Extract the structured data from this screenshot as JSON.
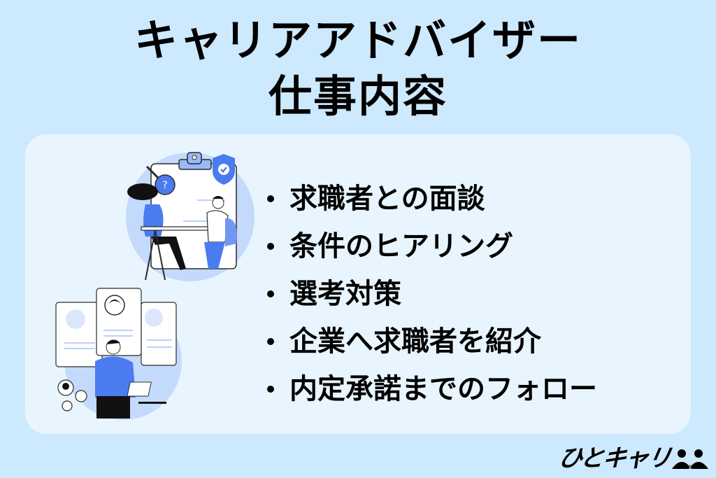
{
  "header": {
    "title_line1": "キャリアアドバイザー",
    "title_line2": "仕事内容"
  },
  "content": {
    "items": [
      {
        "label": "求職者との面談"
      },
      {
        "label": "条件のヒアリング"
      },
      {
        "label": "選考対策"
      },
      {
        "label": "企業へ求職者を紹介"
      },
      {
        "label": "内定承諾までのフォロー"
      }
    ]
  },
  "illustrations": {
    "top": "interview-meeting-illustration",
    "bottom": "candidate-selection-illustration"
  },
  "footer": {
    "logo_text": "ひとキャリ"
  },
  "colors": {
    "background": "#cde9fd",
    "card": "#e8f5fe",
    "accent_blue": "#4a7cf0",
    "light_blue": "#b9d2fb",
    "text": "#000000"
  }
}
